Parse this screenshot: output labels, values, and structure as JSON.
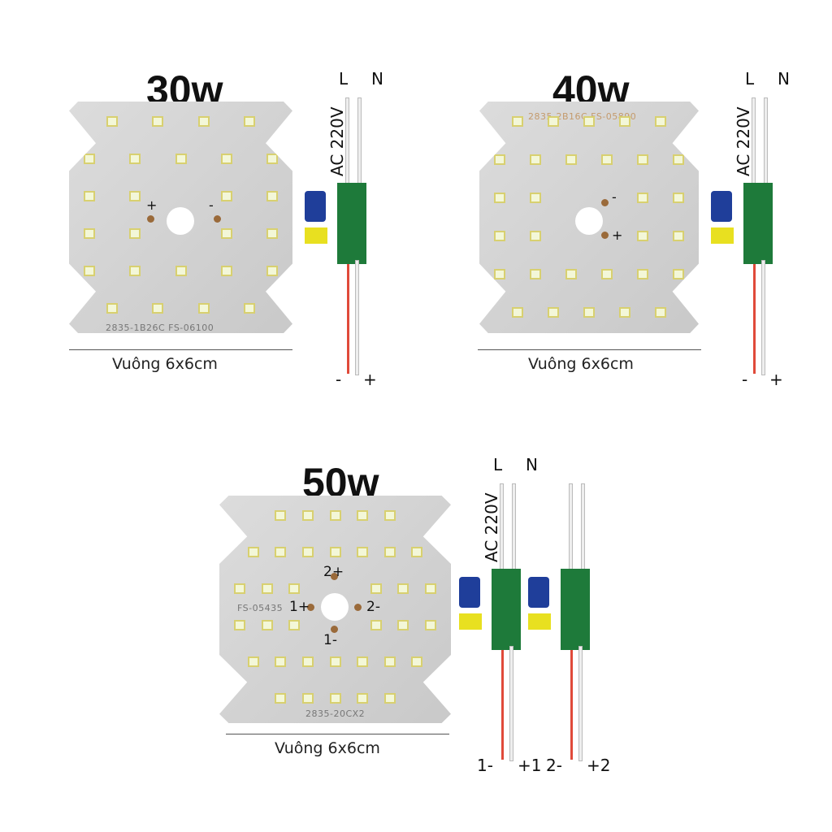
{
  "panels": [
    {
      "title": "30w",
      "board_code": "2835-1B26C FS-06100",
      "caption": "Vuông 6x6cm",
      "pads": [
        "+",
        "-"
      ],
      "driver": {
        "ac_label": "AC 220V",
        "l": "L",
        "n": "N",
        "out_minus": "-",
        "out_plus": "+"
      }
    },
    {
      "title": "40w",
      "board_code": "2835-2B16C FS-05890",
      "caption": "Vuông 6x6cm",
      "pads": [
        "-",
        "+"
      ],
      "driver": {
        "ac_label": "AC 220V",
        "l": "L",
        "n": "N",
        "out_minus": "-",
        "out_plus": "+"
      }
    },
    {
      "title": "50w",
      "board_code_top": "FS-05435",
      "board_code": "2835-20CX2",
      "caption": "Vuông 6x6cm",
      "pads": [
        "2+",
        "1+",
        "2-",
        "1-"
      ],
      "driver": {
        "ac_label": "AC 220V",
        "l": "L",
        "n": "N",
        "out1": "1-",
        "out1p": "+1",
        "out2": "2-",
        "out2p": "+2"
      }
    }
  ]
}
